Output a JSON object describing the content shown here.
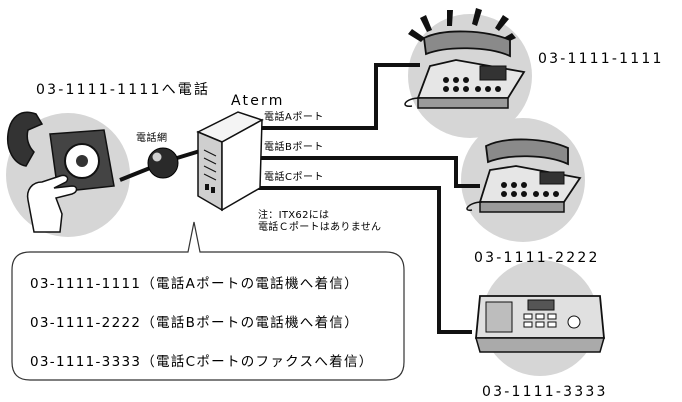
{
  "caller": {
    "label": "03-1111-1111へ電話"
  },
  "network": {
    "label": "電話網"
  },
  "router": {
    "name": "Aterm",
    "ports": [
      {
        "label": "電話Aポート"
      },
      {
        "label": "電話Bポート"
      },
      {
        "label": "電話Cポート"
      }
    ],
    "note_lines": [
      "注：ITX62には",
      "電話Ｃポートはありません"
    ]
  },
  "devices": [
    {
      "kind": "phone",
      "number": "03-1111-1111",
      "ringing": true
    },
    {
      "kind": "phone",
      "number": "03-1111-2222",
      "ringing": false
    },
    {
      "kind": "fax",
      "number": "03-1111-3333",
      "ringing": false
    }
  ],
  "routing": [
    {
      "text": "03-1111-1111（電話Aポートの電話機へ着信）"
    },
    {
      "text": "03-1111-2222（電話Bポートの電話機へ着信）"
    },
    {
      "text": "03-1111-3333（電話Cポートのファクスへ着信）"
    }
  ],
  "colors": {
    "circle_fill": "#d6d6d6",
    "line": "#111111",
    "outline": "#222222"
  }
}
